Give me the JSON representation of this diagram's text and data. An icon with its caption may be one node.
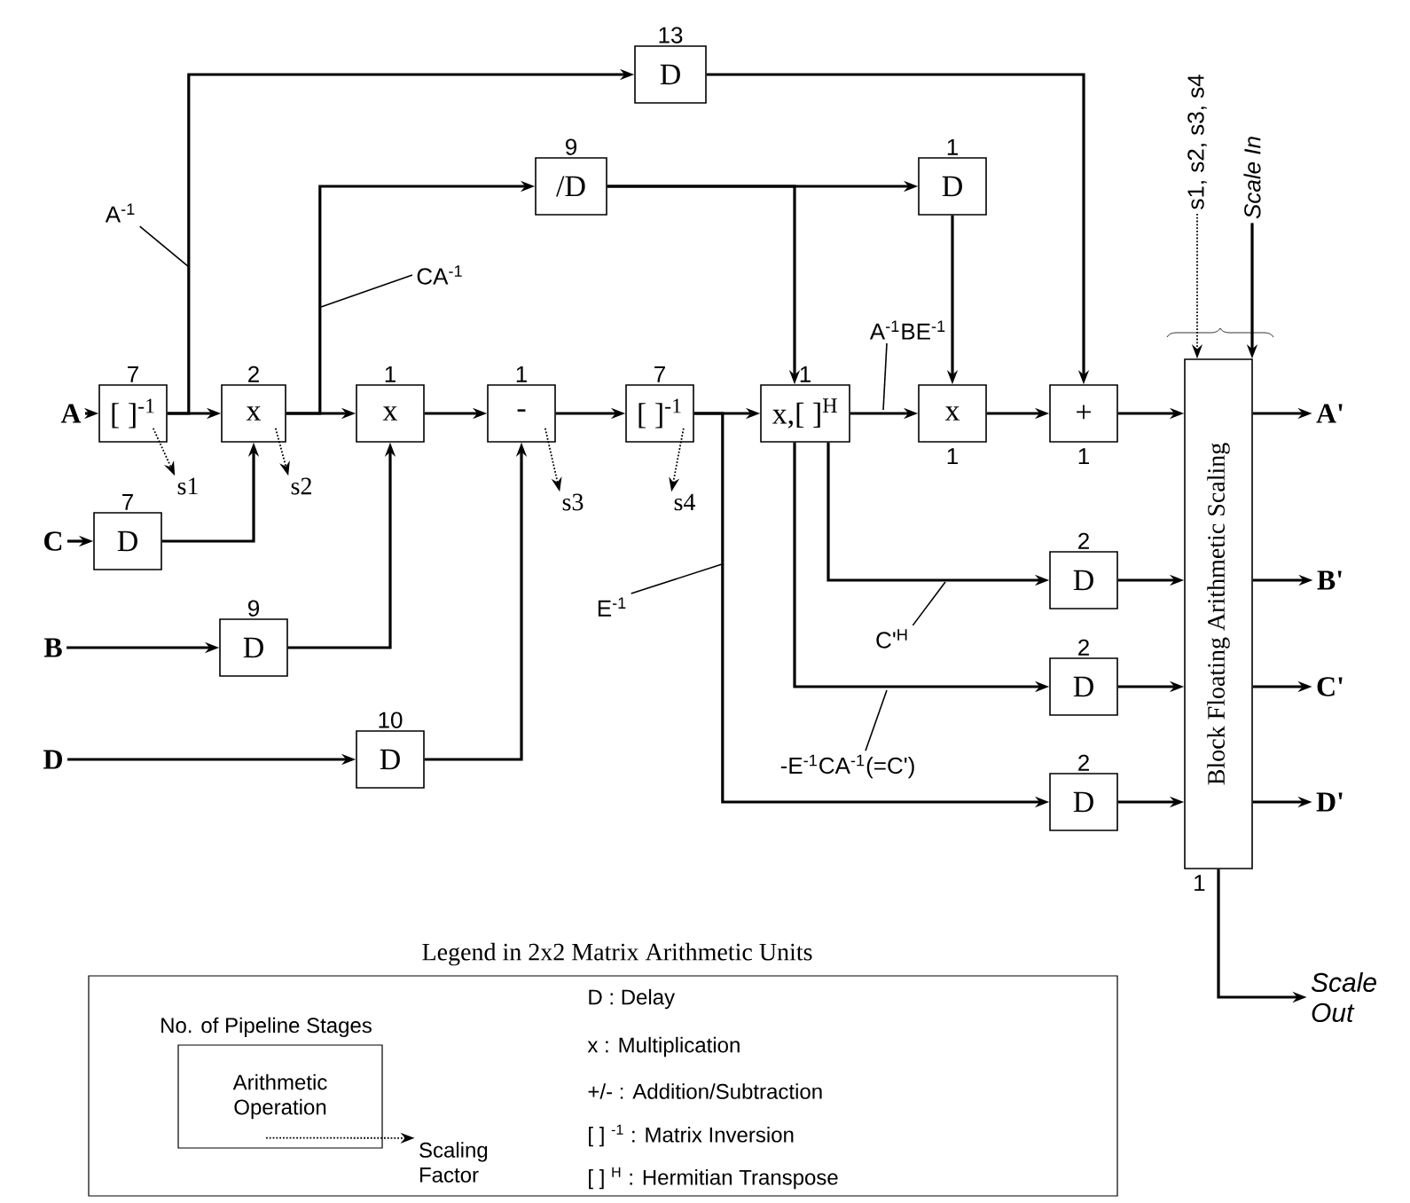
{
  "diagram": {
    "nodes": [
      {
        "text": [
          "A"
        ]
      },
      {
        "text": [
          "[ ]$^{-1}$"
        ],
        "beside": [
          "7"
        ]
      },
      {
        "text": [
          "x"
        ],
        "beside": [
          "2"
        ]
      },
      {
        "text": [
          "x"
        ],
        "beside": [
          "1"
        ]
      },
      {
        "text": [
          "-"
        ],
        "beside": [
          "1"
        ]
      },
      {
        "text": [
          "[ ]$^{-1}$"
        ],
        "beside": [
          "7"
        ]
      },
      {
        "text": [
          "x,[ ]$^{H}$"
        ],
        "beside": [
          "1"
        ]
      },
      {
        "text": [
          "x"
        ],
        "beside": [
          "1"
        ]
      },
      {
        "text": [
          "+"
        ],
        "beside": [
          "1"
        ]
      },
      {
        "text": [
          "D"
        ],
        "beside": [
          "13"
        ]
      },
      {
        "text": [
          "/D"
        ],
        "beside": [
          "9"
        ]
      },
      {
        "text": [
          "D"
        ],
        "beside": [
          "1"
        ]
      },
      {
        "text": [
          "C"
        ]
      },
      {
        "text": [
          "D"
        ],
        "beside": [
          "7"
        ]
      },
      {
        "text": [
          "B"
        ]
      },
      {
        "text": [
          "D"
        ],
        "beside": [
          "9"
        ]
      },
      {
        "text": [
          "D"
        ]
      },
      {
        "text": [
          "D"
        ],
        "beside": [
          "10"
        ]
      },
      {
        "text": [
          "D"
        ],
        "beside": [
          "2"
        ]
      },
      {
        "text": [
          "D"
        ],
        "beside": [
          "2"
        ]
      },
      {
        "text": [
          "D"
        ],
        "beside": [
          "2"
        ]
      },
      {
        "text": [
          "Block Floating Arithmetic Scaling"
        ],
        "beside": [
          "1"
        ]
      },
      {
        "text": [
          "A'"
        ]
      },
      {
        "text": [
          "B'"
        ]
      },
      {
        "text": [
          "C'"
        ]
      },
      {
        "text": [
          "D'"
        ]
      },
      {
        "text": [
          "Scale Out"
        ]
      },
      {
        "text": [
          "s1"
        ]
      },
      {
        "text": [
          "s2"
        ]
      },
      {
        "text": [
          "s3"
        ]
      },
      {
        "text": [
          "s4"
        ]
      },
      {
        "text": [
          "s1, s2, s3, s4"
        ]
      },
      {
        "text": [
          "Scale In"
        ]
      },
      {
        "text": [
          "Legend in 2x2 Matrix Arithmetic Units"
        ]
      },
      {
        "text": [
          "Arithmetic Operation"
        ],
        "beside": [
          "No. of Pipeline Stages"
        ],
        "in": 33
      },
      {
        "text": [
          "Scaling Factor"
        ],
        "in": 33
      },
      {
        "text": [
          "A$^{-1}$"
        ]
      },
      {
        "text": [
          "CA$^{-1}$"
        ]
      },
      {
        "text": [
          "A$^{-1}$BE$^{-1}$"
        ]
      },
      {
        "text": [
          "E$^{-1}$"
        ]
      },
      {
        "text": [
          "C'$^{H}$"
        ]
      },
      {
        "text": [
          "-E$^{-1}$CA$^{-1}$(=C')"
        ]
      }
    ],
    "edges": [
      {
        "from": 0,
        "to": 1,
        "arrow": "to"
      },
      {
        "from": 1,
        "to": 2,
        "arrow": "to"
      },
      {
        "from": 1,
        "to": 9,
        "arrow": "to"
      },
      {
        "from": 2,
        "to": 3,
        "arrow": "to"
      },
      {
        "from": 2,
        "to": 10,
        "arrow": "to"
      },
      {
        "from": 3,
        "to": 4,
        "arrow": "to"
      },
      {
        "from": 4,
        "to": 5,
        "arrow": "to"
      },
      {
        "from": 5,
        "to": 6,
        "arrow": "to"
      },
      {
        "from": 5,
        "to": 20,
        "arrow": "to"
      },
      {
        "from": 10,
        "to": 11,
        "arrow": "to"
      },
      {
        "from": 10,
        "to": 6,
        "arrow": "to"
      },
      {
        "from": 11,
        "to": 7,
        "arrow": "to"
      },
      {
        "from": 6,
        "to": 7,
        "arrow": "to"
      },
      {
        "from": 6,
        "to": 18,
        "arrow": "to"
      },
      {
        "from": 6,
        "to": 19,
        "arrow": "to"
      },
      {
        "from": 7,
        "to": 8,
        "arrow": "to"
      },
      {
        "from": 9,
        "to": 8,
        "arrow": "to"
      },
      {
        "from": 8,
        "to": 21,
        "arrow": "to"
      },
      {
        "from": 18,
        "to": 21,
        "arrow": "to"
      },
      {
        "from": 19,
        "to": 21,
        "arrow": "to"
      },
      {
        "from": 20,
        "to": 21,
        "arrow": "to"
      },
      {
        "from": 21,
        "to": 22,
        "arrow": "to"
      },
      {
        "from": 21,
        "to": 23,
        "arrow": "to"
      },
      {
        "from": 21,
        "to": 24,
        "arrow": "to"
      },
      {
        "from": 21,
        "to": 25,
        "arrow": "to"
      },
      {
        "from": 21,
        "to": 26,
        "arrow": "to"
      },
      {
        "from": 12,
        "to": 13,
        "arrow": "to"
      },
      {
        "from": 13,
        "to": 2,
        "arrow": "to"
      },
      {
        "from": 14,
        "to": 15,
        "arrow": "to"
      },
      {
        "from": 15,
        "to": 3,
        "arrow": "to"
      },
      {
        "from": 16,
        "to": 17,
        "arrow": "to"
      },
      {
        "from": 17,
        "to": 4,
        "arrow": "to"
      },
      {
        "from": 1,
        "to": 27,
        "arrow": "to",
        "style": "dashed"
      },
      {
        "from": 2,
        "to": 28,
        "arrow": "to",
        "style": "dashed"
      },
      {
        "from": 4,
        "to": 29,
        "arrow": "to",
        "style": "dashed"
      },
      {
        "from": 5,
        "to": 30,
        "arrow": "to",
        "style": "dashed"
      },
      {
        "from": 31,
        "to": 21,
        "arrow": "to",
        "style": "dashed"
      },
      {
        "from": 32,
        "to": 21,
        "arrow": "to"
      },
      {
        "from": 34,
        "to": 35,
        "arrow": "to",
        "style": "dashed"
      },
      {
        "from": 36,
        "to": null,
        "arrow": "none"
      },
      {
        "from": 37,
        "to": null,
        "arrow": "none"
      },
      {
        "from": 38,
        "to": null,
        "arrow": "none"
      },
      {
        "from": 39,
        "to": null,
        "arrow": "none"
      },
      {
        "from": 40,
        "to": null,
        "arrow": "none"
      },
      {
        "from": 41,
        "to": null,
        "arrow": "none"
      }
    ],
    "labels": [
      "D : Delay",
      "x : Multiplication",
      "+/- : Addition/Subtraction",
      "[ ] $^{-1}$ : Matrix Inversion",
      "[ ] $^{H}$ : Hermitian Transpose"
    ]
  }
}
